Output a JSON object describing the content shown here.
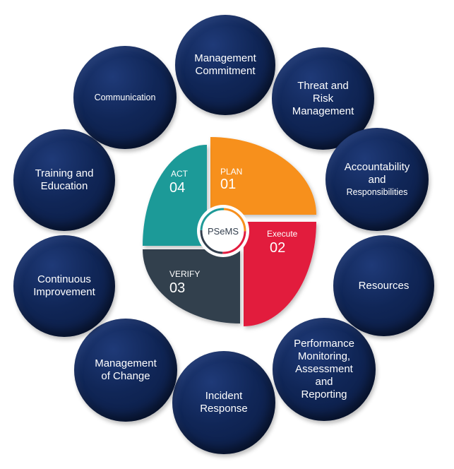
{
  "center": {
    "label": "PSeMS",
    "segments": [
      {
        "name": "PLAN",
        "num": "01",
        "color": "#f7901e"
      },
      {
        "name": "Execute",
        "num": "02",
        "color": "#e21b3e"
      },
      {
        "name": "VERIFY",
        "num": "03",
        "color": "#333f4e"
      },
      {
        "name": "ACT",
        "num": "04",
        "color": "#1f9a98"
      }
    ]
  },
  "bubbles": {
    "management_commitment": [
      "Management",
      "Commitment"
    ],
    "threat_risk": [
      "Threat and",
      "Risk",
      "Management"
    ],
    "accountability": [
      "Accountability",
      "and",
      "Responsibilities"
    ],
    "resources": [
      "Resources"
    ],
    "performance": [
      "Performance",
      "Monitoring,",
      "Assessment",
      "and",
      "Reporting"
    ],
    "incident": [
      "Incident",
      "Response"
    ],
    "change": [
      "Management",
      "of Change"
    ],
    "continuous": [
      "Continuous",
      "Improvement"
    ],
    "training": [
      "Training and",
      "Education"
    ],
    "communication": [
      "Communication"
    ]
  },
  "colors": {
    "bubble": "#102657",
    "plan": "#f7901e",
    "execute": "#e21b3e",
    "verify": "#333f4e",
    "act": "#1f9a98"
  }
}
